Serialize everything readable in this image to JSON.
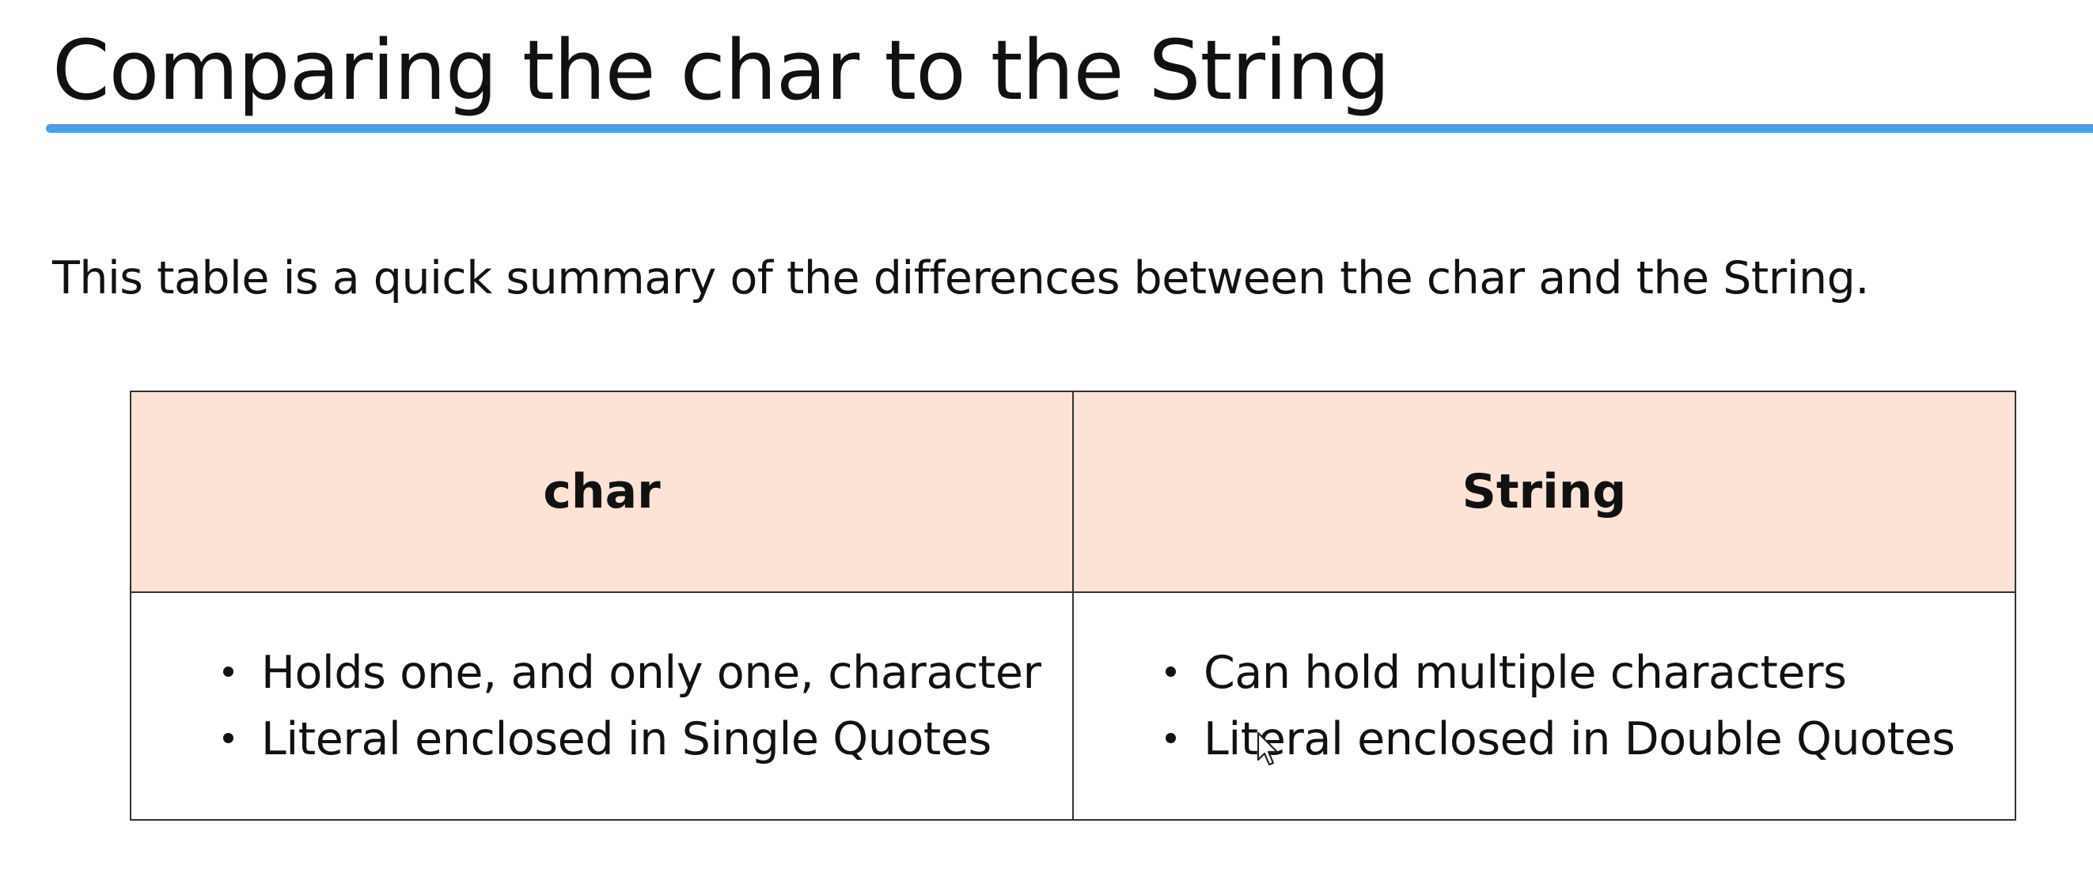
{
  "slide": {
    "title": "Comparing the char to the String",
    "intro": "This table is a quick summary of the differences between the char and the String."
  },
  "table": {
    "columns": [
      {
        "header": "char",
        "items": [
          "Holds one, and only one, character",
          "Literal enclosed in Single Quotes"
        ]
      },
      {
        "header": "String",
        "items": [
          "Can hold multiple characters",
          "Literal enclosed in Double Quotes"
        ]
      }
    ]
  },
  "colors": {
    "accent_rule": "#4a9fe8",
    "header_fill": "#fce3d6"
  },
  "icons": {
    "cursor": "mouse-pointer-icon"
  }
}
